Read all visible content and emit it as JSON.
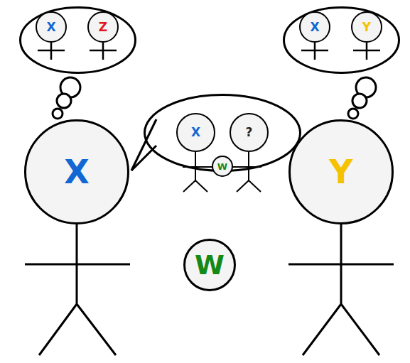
{
  "diagram": {
    "nodes": [
      {
        "text": []
      },
      {
        "text": [
          "X"
        ],
        "in": 0
      },
      {
        "text": [
          "Z"
        ],
        "in": 0
      },
      {
        "text": []
      },
      {
        "text": [
          "X"
        ],
        "in": 3
      },
      {
        "text": [
          "Y"
        ],
        "in": 3
      },
      {
        "text": []
      },
      {
        "text": [
          "X"
        ],
        "in": 6
      },
      {
        "text": [
          "?"
        ],
        "in": 6
      },
      {
        "text": [
          "W"
        ],
        "in": 6
      },
      {
        "text": [
          "X"
        ]
      },
      {
        "text": [
          "Y"
        ]
      },
      {
        "text": [
          "W"
        ]
      }
    ]
  }
}
